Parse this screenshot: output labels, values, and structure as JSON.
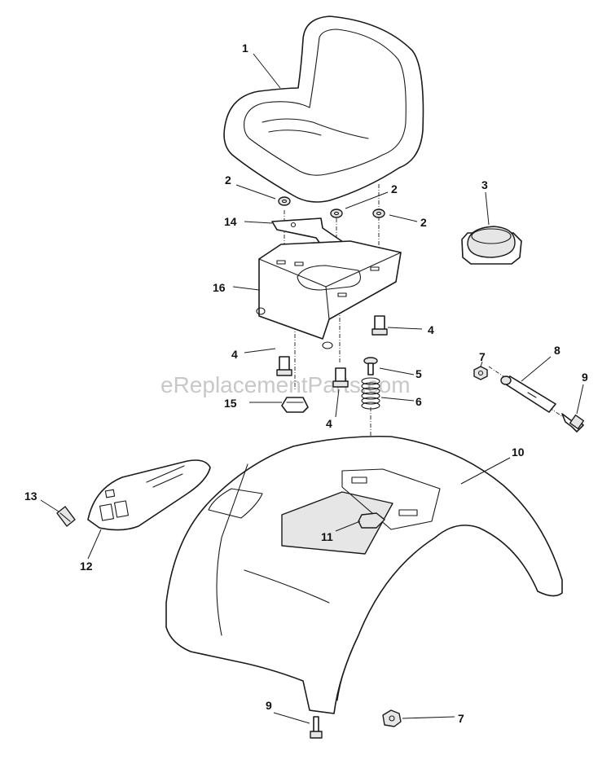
{
  "watermark": "eReplacementParts.com",
  "callouts": [
    {
      "id": "c1",
      "text": "1"
    },
    {
      "id": "c2a",
      "text": "2"
    },
    {
      "id": "c2b",
      "text": "2"
    },
    {
      "id": "c2c",
      "text": "2"
    },
    {
      "id": "c3",
      "text": "3"
    },
    {
      "id": "c14",
      "text": "14"
    },
    {
      "id": "c16",
      "text": "16"
    },
    {
      "id": "c4a",
      "text": "4"
    },
    {
      "id": "c4b",
      "text": "4"
    },
    {
      "id": "c4c",
      "text": "4"
    },
    {
      "id": "c7a",
      "text": "7"
    },
    {
      "id": "c8",
      "text": "8"
    },
    {
      "id": "c9a",
      "text": "9"
    },
    {
      "id": "c5",
      "text": "5"
    },
    {
      "id": "c6",
      "text": "6"
    },
    {
      "id": "c15",
      "text": "15"
    },
    {
      "id": "c10",
      "text": "10"
    },
    {
      "id": "c13",
      "text": "13"
    },
    {
      "id": "c11",
      "text": "11"
    },
    {
      "id": "c12",
      "text": "12"
    },
    {
      "id": "c9b",
      "text": "9"
    },
    {
      "id": "c7b",
      "text": "7"
    }
  ]
}
